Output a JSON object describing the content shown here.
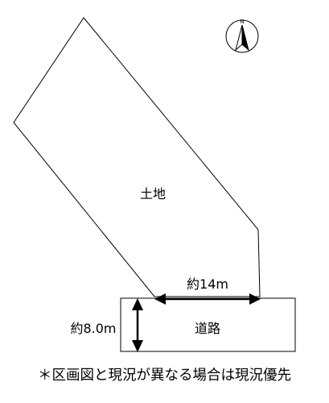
{
  "plot": {
    "label": "土地"
  },
  "road": {
    "label": "道路"
  },
  "dimensions": {
    "frontage": "約14m",
    "road_width": "約8.0m"
  },
  "compass": {
    "letter": "N"
  },
  "note": "＊区画図と現況が異なる場合は現況優先",
  "colors": {
    "line": "#000000",
    "background": "#ffffff"
  }
}
